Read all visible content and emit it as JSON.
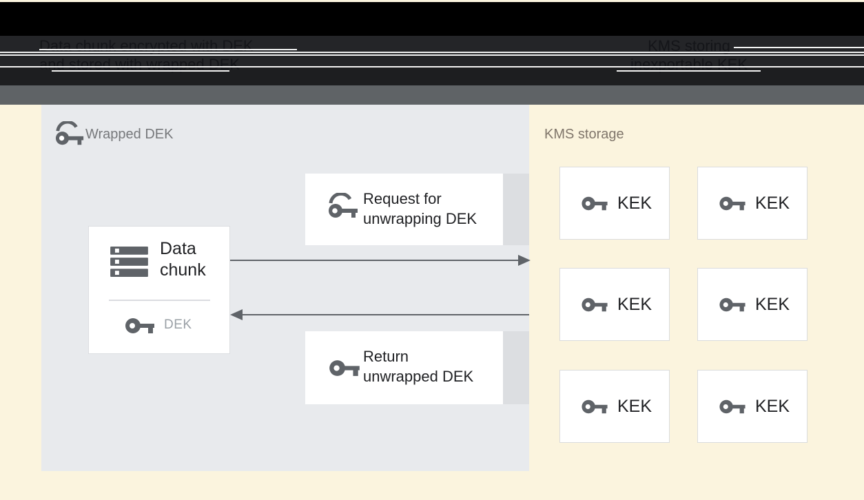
{
  "header": {
    "left_caption_line1": "Data chunk encrypted with DEK",
    "left_caption_line2": "and stored with wrapped DEK",
    "right_caption_line1": "KMS storing",
    "right_caption_line2": "inexportable KEK"
  },
  "wrapped_dek_panel": {
    "title": "Wrapped DEK",
    "data_chunk_box": {
      "label_line1": "Data",
      "label_line2": "chunk",
      "dek_label": "DEK"
    },
    "request_box": {
      "label_line1": "Request for",
      "label_line2": "unwrapping DEK"
    },
    "return_box": {
      "label_line1": "Return",
      "label_line2": "unwrapped DEK"
    }
  },
  "kms_panel": {
    "title": "KMS storage",
    "kek_label": "KEK",
    "kek_count": 6
  },
  "icons": {
    "wrapped_key": "wrapped-key-icon",
    "plain_key": "key-icon",
    "data_chunk": "server-stack-icon"
  },
  "colors": {
    "page_background": "#fbf4de",
    "panel_background": "#e8eaed",
    "header_black": "#000000",
    "header_band": "#242528",
    "gray_bar": "#5f6366",
    "box_white": "#ffffff",
    "box_side_strip": "#dcdee1",
    "icon_gray": "#5f6368",
    "text_dark": "#202124",
    "text_muted": "#9aa0a6",
    "kms_title_color": "#80766b"
  }
}
